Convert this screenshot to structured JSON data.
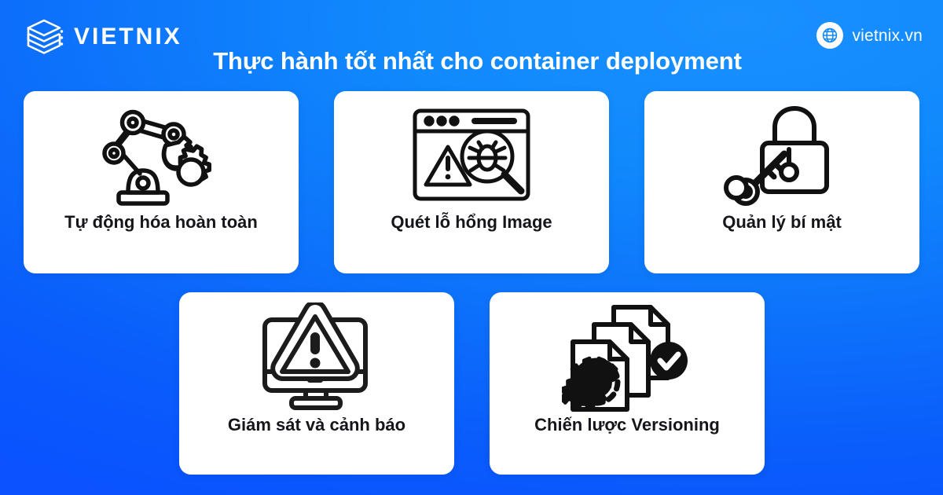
{
  "header": {
    "brand_name": "VIETNIX",
    "brand_logo_icon": "stacked-layers-logo-icon",
    "site_url": "vietnix.vn",
    "globe_icon": "globe-icon",
    "title": "Thực hành tốt nhất cho container deployment"
  },
  "theme": {
    "background_top": "#1089fc",
    "background_bottom": "#0a53ff",
    "card_background": "#ffffff",
    "text_on_blue": "#ffffff",
    "card_text": "#15161a",
    "icon_stroke": "#111111"
  },
  "cards": [
    {
      "id": "automation",
      "label": "Tự động hóa hoàn toàn",
      "icon": "robot-arm-gear-icon"
    },
    {
      "id": "image-scan",
      "label": "Quét lỗ hổng Image",
      "icon": "browser-bug-magnifier-icon"
    },
    {
      "id": "secrets",
      "label": "Quản lý bí mật",
      "icon": "padlock-key-icon"
    },
    {
      "id": "monitoring",
      "label": "Giám sát và cảnh báo",
      "icon": "monitor-warning-icon"
    },
    {
      "id": "versioning",
      "label": "Chiến lược Versioning",
      "icon": "documents-gear-check-icon"
    }
  ]
}
